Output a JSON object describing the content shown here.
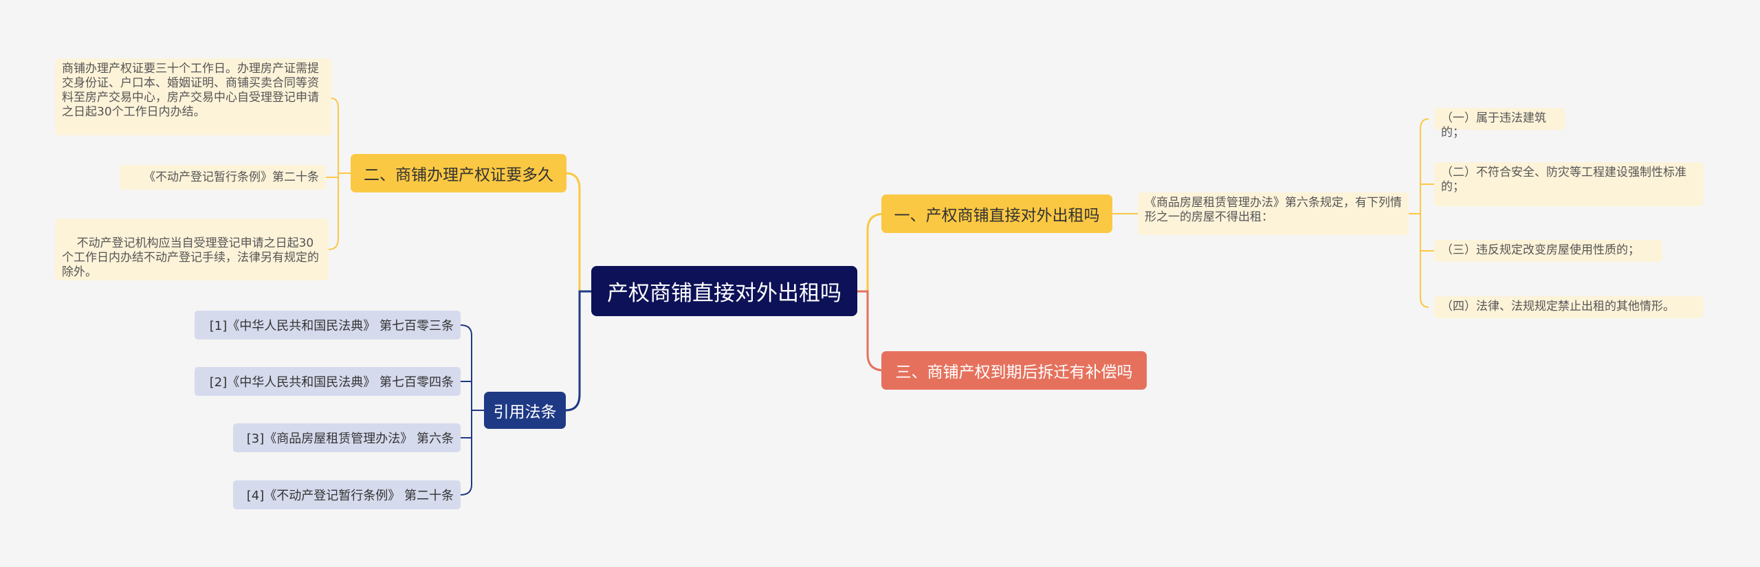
{
  "root": {
    "title": "产权商铺直接对外出租吗"
  },
  "branches": {
    "b1": {
      "label": "一、产权商铺直接对外出租吗"
    },
    "b2": {
      "label": "二、商铺办理产权证要多久"
    },
    "b3": {
      "label": "三、商铺产权到期后拆迁有补偿吗"
    },
    "b4": {
      "label": "引用法条"
    }
  },
  "b1_detail": {
    "text": "《商品房屋租赁管理办法》第六条规定，有下列情形之一的房屋不得出租："
  },
  "b1_items": [
    "（一）属于违法建筑的；",
    "（二）不符合安全、防灾等工程建设强制性标准的；",
    "（三）违反规定改变房屋使用性质的；",
    "（四）法律、法规规定禁止出租的其他情形。"
  ],
  "b2_items": [
    "商铺办理产权证要三十个工作日。办理房产证需提交身份证、户口本、婚姻证明、商铺买卖合同等资料至房产交易中心，房产交易中心自受理登记申请之日起30个工作日内办结。",
    "《不动产登记暂行条例》第二十条",
    "  不动产登记机构应当自受理登记申请之日起30个工作日内办结不动产登记手续，法律另有规定的除外。"
  ],
  "laws": [
    "[1]《中华人民共和国民法典》 第七百零三条",
    "[2]《中华人民共和国民法典》 第七百零四条",
    "[3]《商品房屋租赁管理办法》 第六条",
    "[4]《不动产登记暂行条例》 第二十条"
  ],
  "colors": {
    "root": "#0d1157",
    "yellow": "#fbc843",
    "red": "#e5715d",
    "blue": "#1f3a84",
    "leaf_yellow": "#fdf3d9",
    "leaf_blue": "#d6daed",
    "background": "#f5f5f5"
  }
}
